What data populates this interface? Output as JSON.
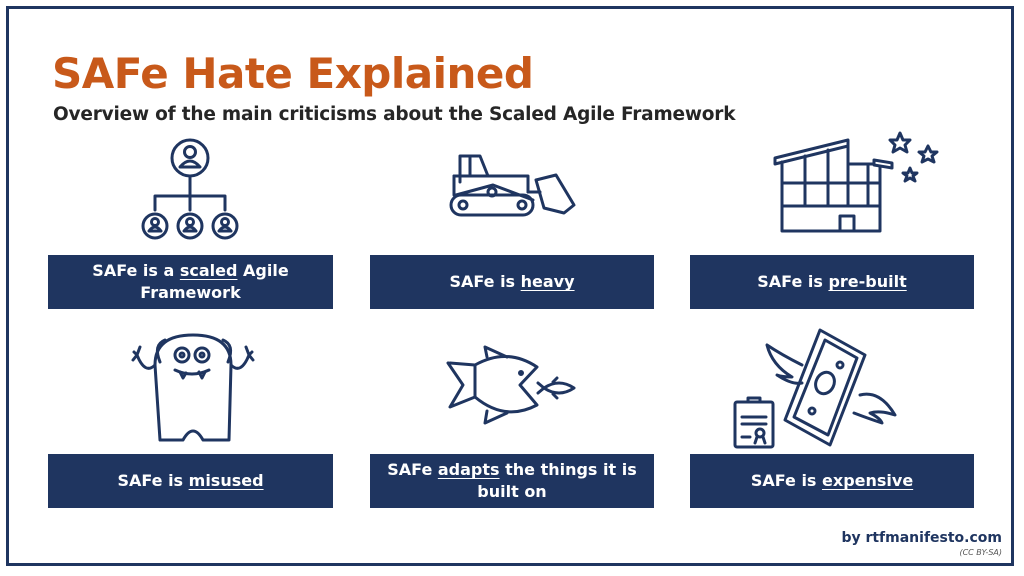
{
  "header": {
    "title": "SAFe Hate Explained",
    "subtitle": "Overview of the main criticisms about the Scaled Agile Framework"
  },
  "cards": [
    {
      "icon": "org-chart-icon",
      "prefix": "SAFe is a ",
      "emphasis": "scaled",
      "suffix": " Agile Framework"
    },
    {
      "icon": "bulldozer-icon",
      "prefix": "SAFe is ",
      "emphasis": "heavy",
      "suffix": ""
    },
    {
      "icon": "prefab-building-stars-icon",
      "prefix": "SAFe is ",
      "emphasis": "pre-built",
      "suffix": ""
    },
    {
      "icon": "monster-icon",
      "prefix": "SAFe is ",
      "emphasis": "misused",
      "suffix": ""
    },
    {
      "icon": "big-fish-eats-small-fish-icon",
      "prefix": "SAFe ",
      "emphasis": "adapts",
      "suffix": " the things it is built on"
    },
    {
      "icon": "flying-money-certificate-icon",
      "prefix": "SAFe is ",
      "emphasis": "expensive",
      "suffix": ""
    }
  ],
  "footer": {
    "credit": "by rtfmanifesto.com",
    "license": "(CC BY-SA)"
  },
  "colors": {
    "title": "#c8591a",
    "navy": "#1f3560",
    "subtitle": "#262626"
  }
}
